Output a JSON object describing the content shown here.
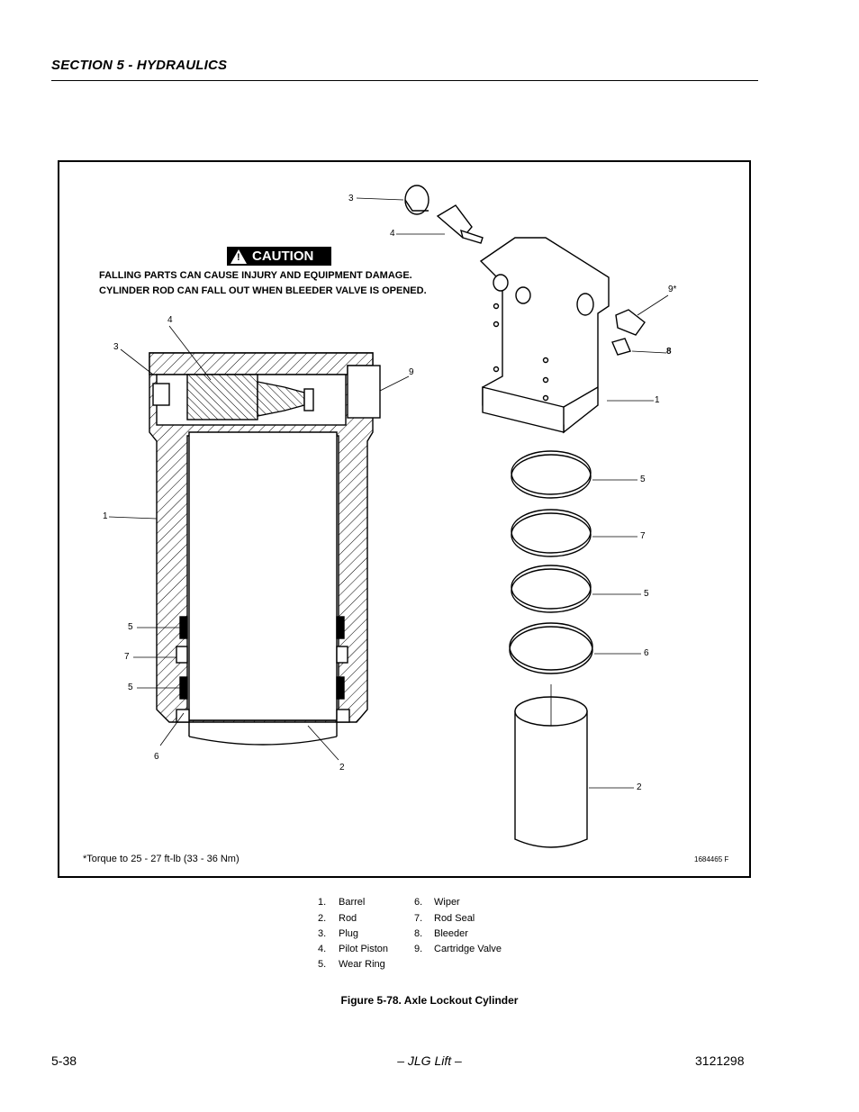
{
  "header": {
    "section_title": "SECTION 5 - HYDRAULICS"
  },
  "caution": {
    "badge_label": "CAUTION",
    "message": "FALLING PARTS CAN CAUSE INJURY AND EQUIPMENT DAMAGE. CYLINDER ROD CAN FALL OUT WHEN BLEEDER VALVE IS OPENED."
  },
  "figure": {
    "torque_note": "*Torque to 25 - 27 ft-lb (33 - 36 Nm)",
    "drawing_number": "1684465 F",
    "callouts_left": [
      "4",
      "3",
      "9",
      "1",
      "5",
      "7",
      "5",
      "6",
      "2"
    ],
    "callouts_right": [
      "3",
      "4",
      "9*",
      "8",
      "1",
      "5",
      "7",
      "5",
      "6",
      "2"
    ],
    "caption": "Figure 5-78.  Axle Lockout Cylinder"
  },
  "legend": {
    "items": [
      {
        "num": "1.",
        "label": "Barrel"
      },
      {
        "num": "2.",
        "label": "Rod"
      },
      {
        "num": "3.",
        "label": "Plug"
      },
      {
        "num": "4.",
        "label": "Pilot Piston"
      },
      {
        "num": "5.",
        "label": "Wear Ring"
      },
      {
        "num": "6.",
        "label": "Wiper"
      },
      {
        "num": "7.",
        "label": "Rod Seal"
      },
      {
        "num": "8.",
        "label": "Bleeder"
      },
      {
        "num": "9.",
        "label": "Cartridge Valve"
      }
    ]
  },
  "footer": {
    "page_number": "5-38",
    "brand": "– JLG Lift –",
    "doc_number": "3121298"
  }
}
